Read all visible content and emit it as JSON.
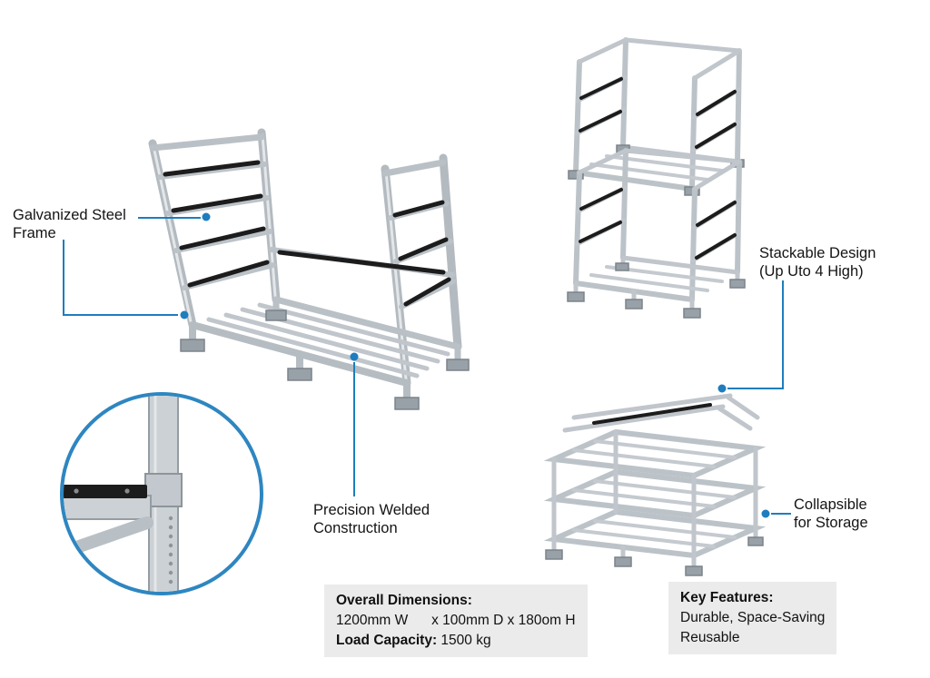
{
  "colors": {
    "accent_blue": "#1e7dbe",
    "circle_ring_blue": "#2e86c1",
    "rubber_strip_black": "#1c1c1c",
    "steel_gray": "#bcc3c8",
    "spec_box_bg": "#ebebeb"
  },
  "callouts": {
    "galvanized": {
      "line1": "Galvanized Steel",
      "line2": "Frame"
    },
    "stackable": {
      "line1": "Stackable Design",
      "line2": "(Up Uto 4 High)"
    },
    "precision": {
      "line1": "Precision Welded",
      "line2": "Construction"
    },
    "collapsible": {
      "line1": "Collapsible",
      "line2": "for Storage"
    }
  },
  "specs": {
    "dimensions_heading": "Overall Dimensions:",
    "dimensions_value": "1200mm W      x 100mm D x 180om H",
    "capacity_label": "Load Capacity:",
    "capacity_value": " 1500 kg"
  },
  "features": {
    "heading": "Key Features:",
    "line1": "Durable, Space-Saving",
    "line2": "Reusable"
  }
}
